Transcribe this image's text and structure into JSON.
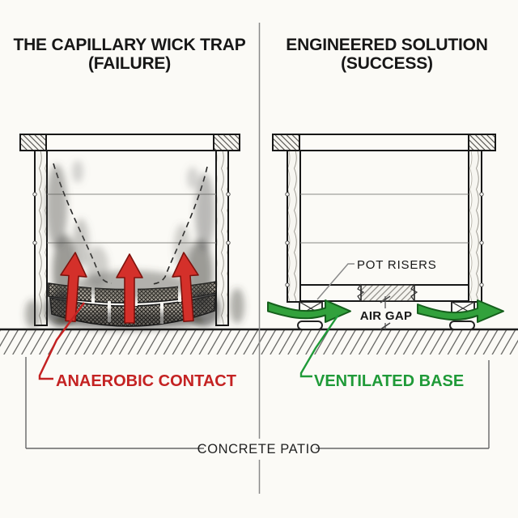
{
  "left_panel": {
    "title_line1": "THE CAPILLARY WICK TRAP",
    "title_line2": "(FAILURE)",
    "callout": "ANAEROBIC CONTACT"
  },
  "right_panel": {
    "title_line1": "ENGINEERED SOLUTION",
    "title_line2": "(SUCCESS)",
    "pot_risers_label": "POT RISERS",
    "air_gap_label": "AIR GAP",
    "callout": "VENTILATED BASE"
  },
  "footer": {
    "label": "CONCRETE PATIO"
  },
  "colors": {
    "paper": "#fbfaf6",
    "ink": "#171717",
    "line_gray": "#6b6b6b",
    "red_text": "#c42222",
    "red_arrow": "#d4302a",
    "red_outline": "#7d120d",
    "green_text": "#1f9a38",
    "green_arrow": "#32a13c",
    "green_outline": "#155f1c"
  }
}
